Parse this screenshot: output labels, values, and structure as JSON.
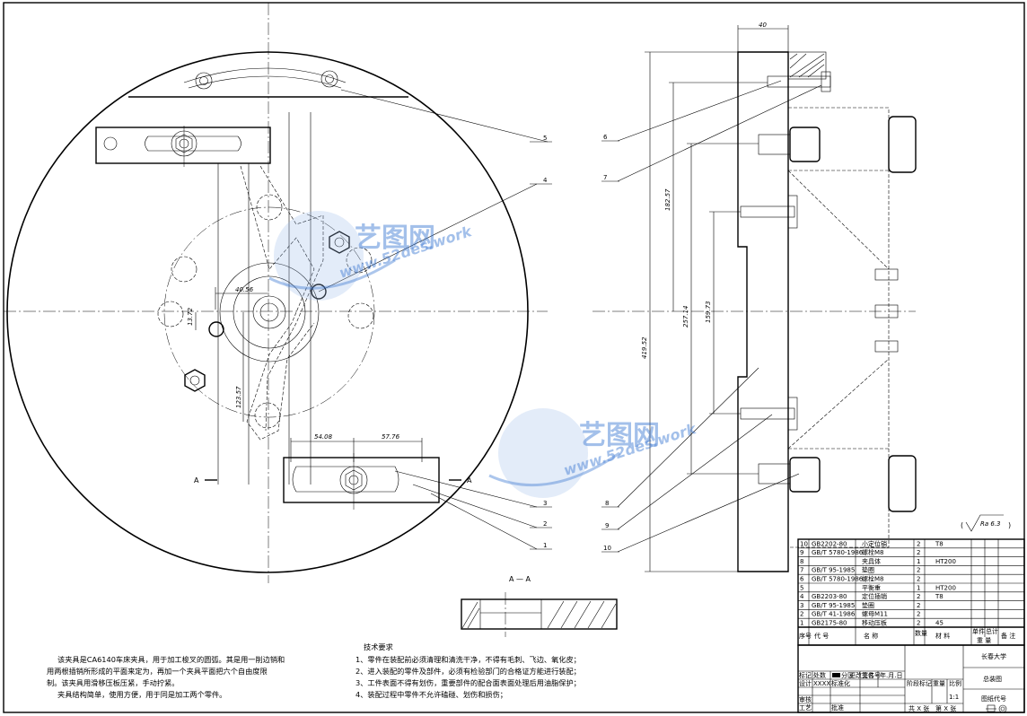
{
  "views": {
    "front": {
      "section_marker_left": "A",
      "section_marker_right": "A",
      "dimensions": [
        "40.56",
        "13.72",
        "123.57",
        "54.08",
        "57.76"
      ]
    },
    "side": {
      "top_dimension": "40",
      "dimensions": [
        "182.57",
        "257.14",
        "159.73",
        "419.52"
      ]
    },
    "section": {
      "label": "A — A"
    }
  },
  "balloons": {
    "front": [
      "5",
      "4",
      "3",
      "2",
      "1"
    ],
    "side": [
      "6",
      "7",
      "8",
      "9",
      "10"
    ]
  },
  "roughness": "Ra 6.3",
  "watermark": {
    "brand": "艺图网",
    "url": "www.52des.work"
  },
  "description": [
    "该夹具是CA6140车床夹具，用于加工梭叉的圆弧。其是用一削边销和",
    "用两根插销所形成的平面来定为，再加一个夹具平面把六个自由度限",
    "制。该夹具用滑移压板压紧，手动拧紧。",
    "夹具结构简单，使用方便，用于同是加工两个零件。"
  ],
  "tech_requirements": {
    "title": "技术要求",
    "items": [
      "1、零件在装配前必须清理和清洗干净，不得有毛刺、飞边、氧化皮；",
      "2、进入装配的零件及部件，必须有检验部门的合格证方能进行装配；",
      "3、工件表面不得有划伤，重要部件的配合面表面处理后用油脂保护；",
      "4、装配过程中零件不允许磕碰、划伤和损伤；"
    ]
  },
  "bom": {
    "rows": [
      {
        "no": "10",
        "code": "GB2202-80",
        "name": "小定位销",
        "qty": "2",
        "material": "T8"
      },
      {
        "no": "9",
        "code": "GB/T 5780-1986",
        "name": "螺栓M8",
        "qty": "2",
        "material": ""
      },
      {
        "no": "8",
        "code": "",
        "name": "夹具体",
        "qty": "1",
        "material": "HT200"
      },
      {
        "no": "7",
        "code": "GB/T 95-1985",
        "name": "垫圈",
        "qty": "2",
        "material": ""
      },
      {
        "no": "6",
        "code": "GB/T 5780-1986",
        "name": "螺栓M8",
        "qty": "2",
        "material": ""
      },
      {
        "no": "5",
        "code": "",
        "name": "平衡重",
        "qty": "1",
        "material": "HT200"
      },
      {
        "no": "4",
        "code": "GB2203-80",
        "name": "定位插销",
        "qty": "2",
        "material": "T8"
      },
      {
        "no": "3",
        "code": "GB/T 95-1985",
        "name": "垫圈",
        "qty": "2",
        "material": ""
      },
      {
        "no": "2",
        "code": "GB/T 41-1986",
        "name": "螺母M11",
        "qty": "2",
        "material": ""
      },
      {
        "no": "1",
        "code": "GB2175-80",
        "name": "移动压板",
        "qty": "2",
        "material": "45"
      }
    ],
    "header": {
      "no": "序号",
      "code": "代    号",
      "name": "名    称",
      "qty": "数量",
      "material": "材    料",
      "weight_single": "单件",
      "weight_total": "总计",
      "weight": "重    量",
      "remark": "备  注"
    }
  },
  "title_block": {
    "school": "长春大学",
    "drawing_name": "总装图",
    "drawing_code": "图纸代号",
    "rev_mark": "标记",
    "count": "处数",
    "zone": "分区",
    "change_doc": "更改文件号",
    "signature": "签名",
    "date": "年.月.日",
    "designer": "设计",
    "designer_value": "XXXX",
    "standardize": "标准化",
    "stage_mark": "阶段标记",
    "weight": "重量",
    "scale": "比例",
    "scale_value": "1:1",
    "review": "审核",
    "process": "工艺",
    "approve": "批准",
    "sheets": "共  X  张",
    "sheet": "第  X  张"
  }
}
